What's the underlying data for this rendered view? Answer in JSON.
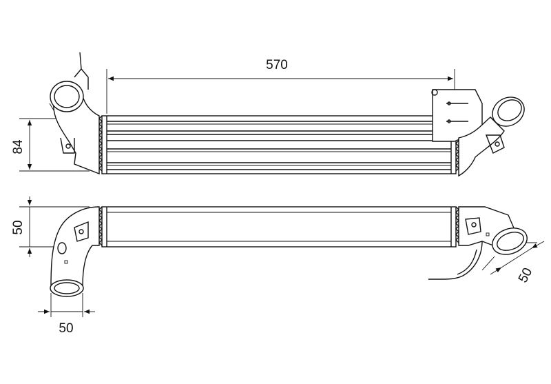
{
  "dimensions": {
    "length": "570",
    "height": "84",
    "depth": "50",
    "inlet_diameter": "50",
    "outlet_diameter": "50"
  },
  "colors": {
    "line": "#111111",
    "background": "#ffffff"
  }
}
